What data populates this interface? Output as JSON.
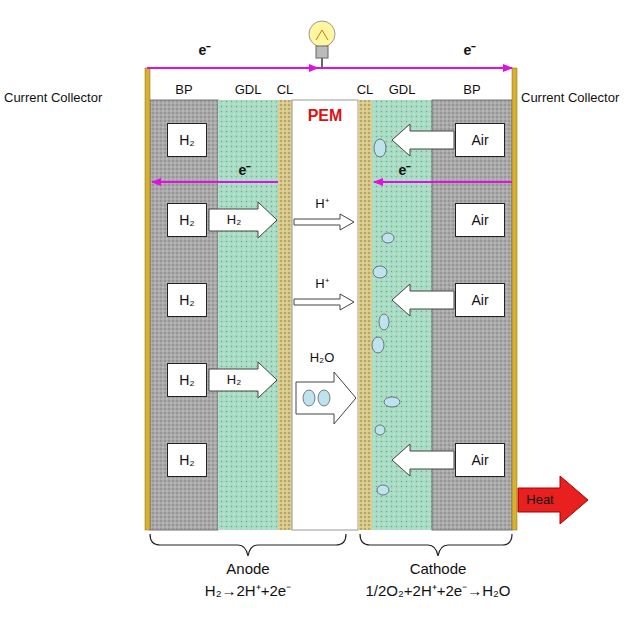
{
  "diagram": {
    "nodes": [
      {
        "text": [
          "H₂"
        ]
      },
      {
        "text": [
          "H₂"
        ]
      },
      {
        "text": [
          "H₂"
        ]
      },
      {
        "text": [
          "H₂"
        ]
      },
      {
        "text": [
          "H₂"
        ]
      },
      {
        "text": [
          "Air"
        ]
      },
      {
        "text": [
          "Air"
        ]
      },
      {
        "text": [
          "Air"
        ]
      },
      {
        "text": [
          "Air"
        ]
      },
      {
        "text": [
          "PEM"
        ]
      }
    ],
    "labels": [
      "e⁻",
      "e⁻",
      "Current Collector",
      "Current Collector",
      "BP",
      "GDL",
      "CL",
      "CL",
      "GDL",
      "BP",
      "e⁻",
      "e⁻",
      "H₂",
      "H₂",
      "H⁺",
      "H⁺",
      "H₂O",
      "Heat",
      "Anode",
      "H₂→2H⁺+2e⁻",
      "Cathode",
      "1/2O₂+2H⁺+2e⁻→H₂O"
    ]
  }
}
